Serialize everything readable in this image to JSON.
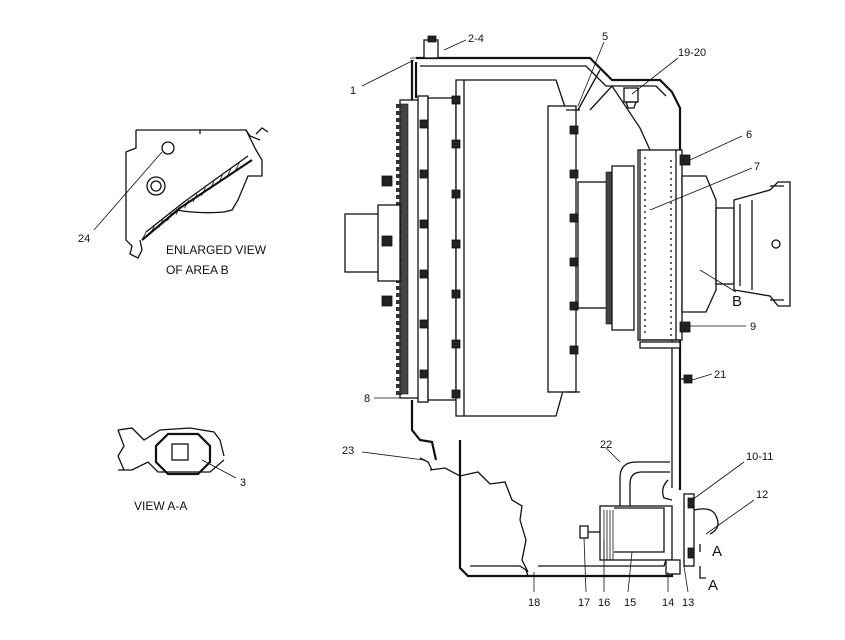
{
  "callouts": {
    "c1": "1",
    "c2_4": "2-4",
    "c3": "3",
    "c5": "5",
    "c6": "6",
    "c7": "7",
    "c8": "8",
    "c9": "9",
    "c10_11": "10-11",
    "c12": "12",
    "c13": "13",
    "c14": "14",
    "c15": "15",
    "c16": "16",
    "c17": "17",
    "c18": "18",
    "c19_20": "19-20",
    "c21": "21",
    "c22": "22",
    "c23": "23",
    "c24": "24"
  },
  "captions": {
    "enlarged_line1": "ENLARGED VIEW",
    "enlarged_line2": "OF AREA B",
    "view_aa": "VIEW  A-A"
  },
  "markers": {
    "area_b": "B",
    "section_a_top": "A",
    "section_a_bottom": "A"
  }
}
